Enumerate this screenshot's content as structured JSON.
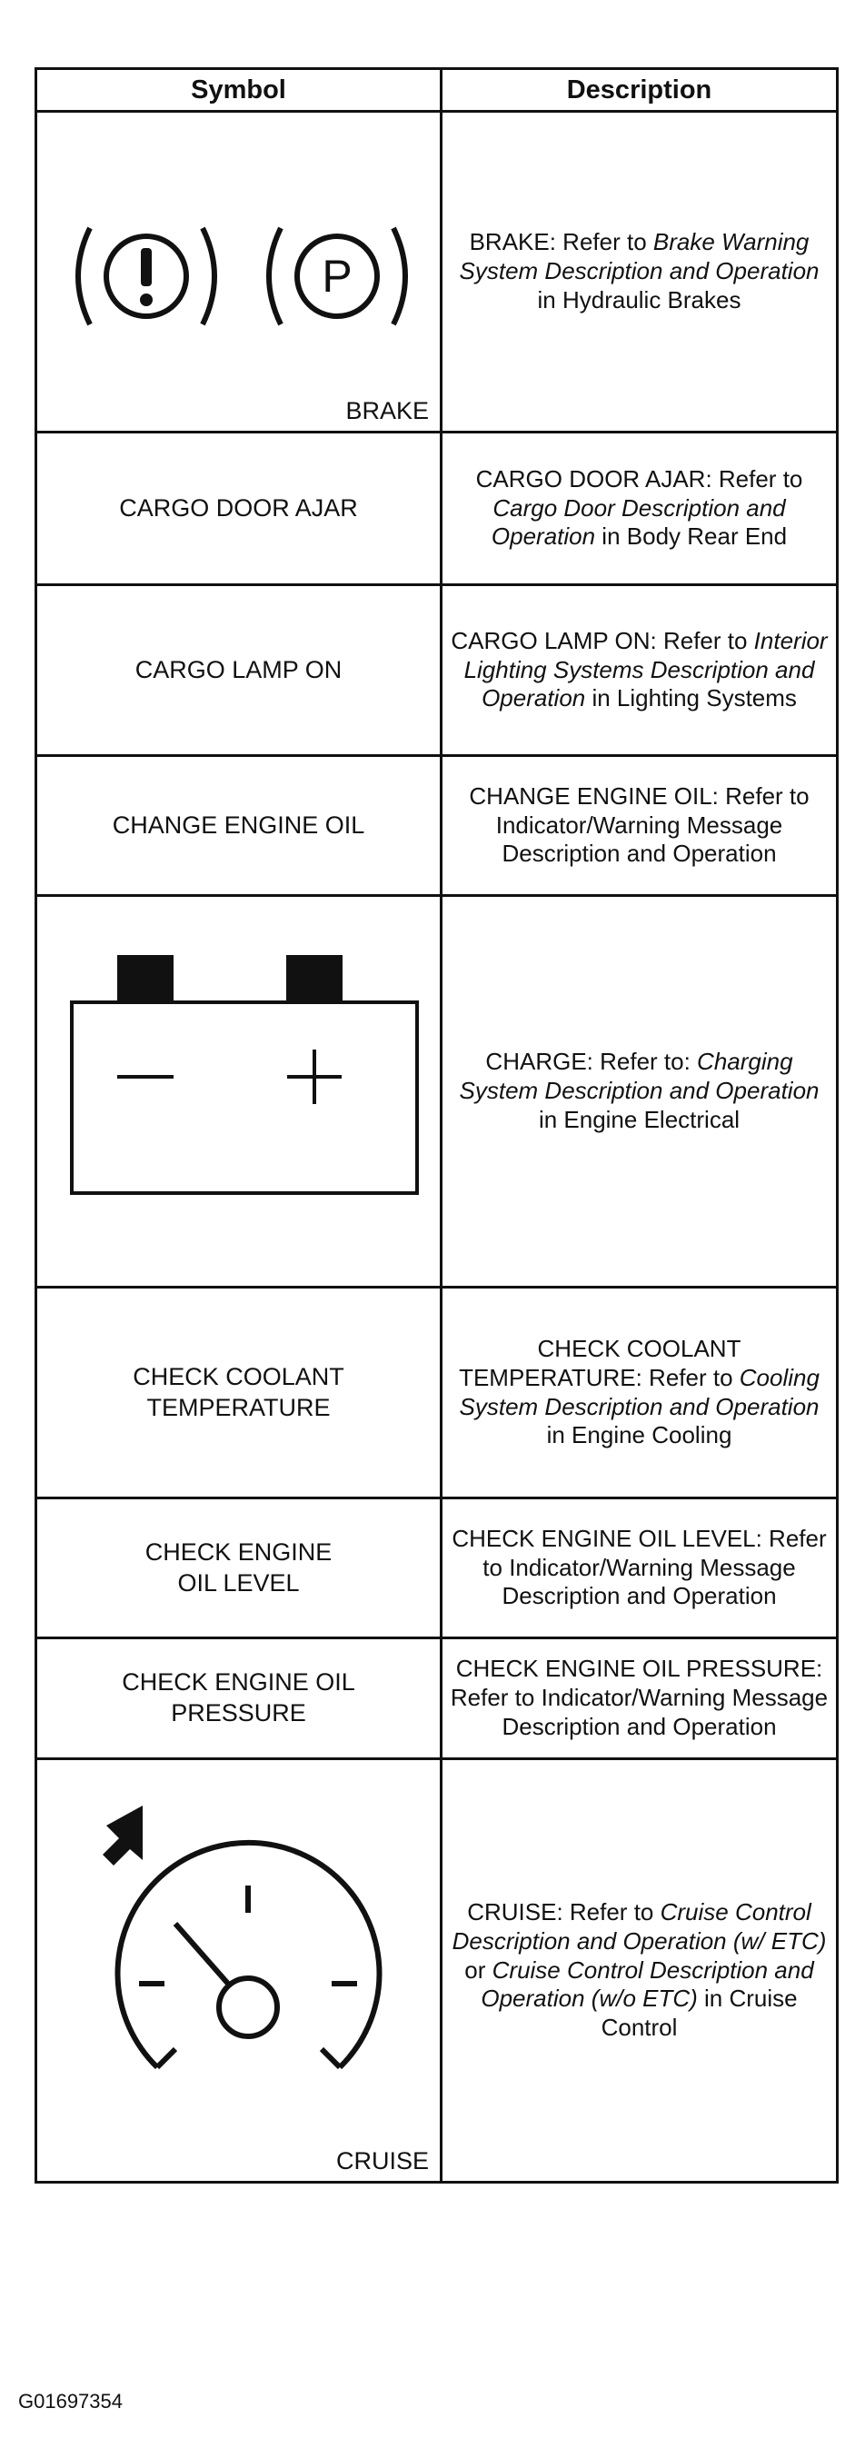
{
  "header": {
    "symbol": "Symbol",
    "description": "Description"
  },
  "rows": [
    {
      "symbol_label": "BRAKE",
      "icons": [
        "brake-warning-icon",
        "parking-brake-icon"
      ],
      "icon_text": {
        "parking": "P"
      },
      "description": [
        "BRAKE: Refer to ",
        "Brake Warning System Description and Operation",
        " in Hydraulic Brakes"
      ]
    },
    {
      "symbol_label": "CARGO DOOR AJAR",
      "description": [
        "CARGO DOOR AJAR: Refer to ",
        "Cargo Door Description and Operation",
        " in Body Rear End"
      ]
    },
    {
      "symbol_label": "CARGO LAMP ON",
      "description": [
        "CARGO LAMP ON: Refer to ",
        "Interior Lighting Systems Description and Operation",
        " in Lighting Systems"
      ]
    },
    {
      "symbol_label": "CHANGE ENGINE OIL",
      "description": [
        "CHANGE ENGINE OIL: Refer to Indicator/Warning Message Description and Operation"
      ]
    },
    {
      "icons": [
        "battery-charge-icon"
      ],
      "description": [
        "CHARGE: Refer to: ",
        "Charging System Description and Operation",
        " in Engine Electrical"
      ]
    },
    {
      "symbol_label": [
        "CHECK COOLANT",
        "TEMPERATURE"
      ],
      "description": [
        "CHECK COOLANT TEMPERATURE: Refer to ",
        "Cooling System Description and Operation",
        " in Engine Cooling"
      ]
    },
    {
      "symbol_label": [
        "CHECK ENGINE",
        "OIL LEVEL"
      ],
      "description": [
        "CHECK ENGINE OIL LEVEL: Refer to Indicator/Warning Message Description and Operation"
      ]
    },
    {
      "symbol_label": [
        "CHECK ENGINE OIL",
        "PRESSURE"
      ],
      "description": [
        "CHECK ENGINE OIL PRESSURE: Refer to Indicator/Warning Message Description and Operation"
      ]
    },
    {
      "symbol_label": "CRUISE",
      "icons": [
        "cruise-control-icon"
      ],
      "description": [
        "CRUISE: Refer to ",
        "Cruise Control Description and Operation (w/ ETC)",
        " or ",
        "Cruise Control Description and Operation (w/o ETC)",
        " in Cruise Control"
      ]
    }
  ],
  "figure_id": "G01697354"
}
